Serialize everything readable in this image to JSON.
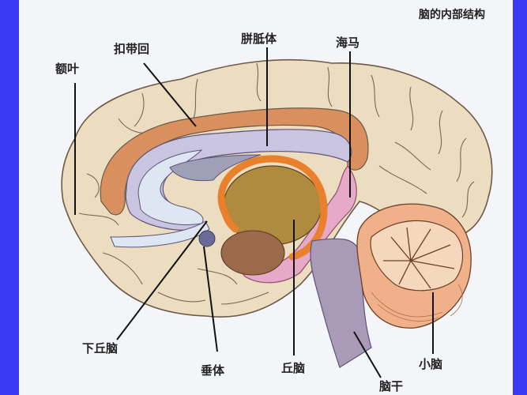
{
  "title": "脑的内部结构",
  "colors": {
    "border": "#3a3af5",
    "background": "#f3f5f8",
    "cortex": "#ecdcc0",
    "cortex_outline": "#6b5a48",
    "cingulate": "#d9905e",
    "corpus_callosum": "#c9c4e0",
    "ventricle": "#dfe6f3",
    "fornix_orange": "#e8802c",
    "thalamus": "#b08a3e",
    "hippocampus_pink": "#e6a9c8",
    "brainstem": "#a99bb8",
    "cerebellum": "#f0b08a",
    "label_line": "#111111"
  },
  "labels": {
    "frontal_lobe": "额叶",
    "cingulate_gyrus": "扣带回",
    "corpus_callosum": "胼胝体",
    "hippocampus": "海马",
    "hypothalamus": "下丘脑",
    "pituitary": "垂体",
    "thalamus": "丘脑",
    "brainstem": "脑干",
    "cerebellum": "小脑"
  }
}
